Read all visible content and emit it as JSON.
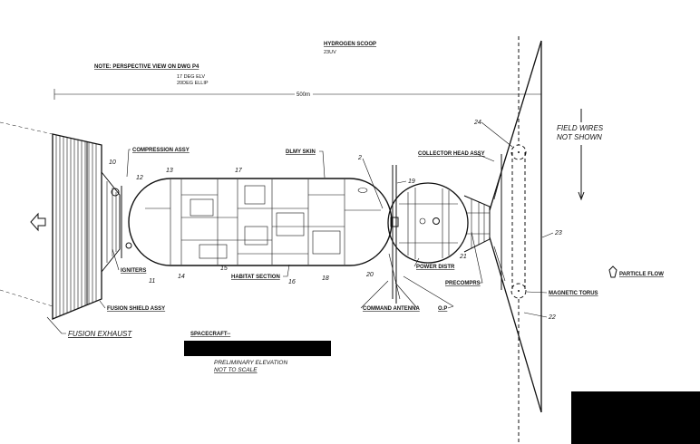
{
  "title_block": {
    "scoop_title": "HYDROGEN SCOOP",
    "scoop_sub": "23UV",
    "note": "NOTE:  PERSPECTIVE VIEW ON DWG  P4",
    "elv": "17 DEG ELV",
    "ellip": "20DEG ELLIP",
    "dimension": "500m",
    "spacecraft": "SPACECRAFT--",
    "prelim": "PRELIMINARY ELEVATION",
    "scale": "NOT TO SCALE",
    "field_wires_1": "FIELD WIRES",
    "field_wires_2": "NOT SHOWN"
  },
  "labels": {
    "compression": "COMPRESSION ASSY",
    "skin": "DLMY SKIN",
    "collector": "COLLECTOR HEAD ASSY",
    "igniters": "IGNITERS",
    "habitat": "HABITAT SECTION",
    "shield": "FUSION SHIELD ASSY",
    "antenna": "COMMAND ANTENNA",
    "op": "O.P",
    "power": "POWER DISTR",
    "precomp": "PRECOMPRS",
    "torus": "MAGNETIC TORUS",
    "particle": "PARTICLE FLOW",
    "exhaust": "FUSION EXHAUST"
  },
  "callouts": [
    "10",
    "12",
    "13",
    "17",
    "2",
    "19",
    "11",
    "14",
    "15",
    "16",
    "18",
    "20",
    "21",
    "23",
    "24",
    "22"
  ]
}
